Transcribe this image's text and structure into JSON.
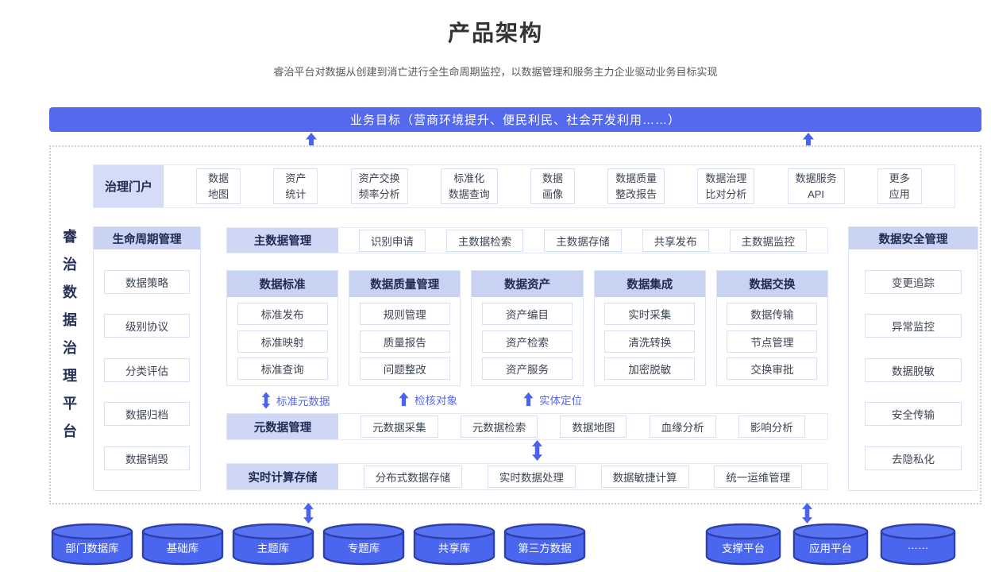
{
  "page": {
    "title": "产品架构",
    "subtitle": "睿治平台对数据从创建到消亡进行全生命周期监控，以数据管理和服务主力企业驱动业务目标实现"
  },
  "banner": {
    "label": "业务目标（营商环境提升、便民利民、社会开发利用……）"
  },
  "platform": {
    "vertical_label": "睿治数据治理平台"
  },
  "portal": {
    "label": "治理门户",
    "items": [
      "数据\n地图",
      "资产\n统计",
      "资产交换\n频率分析",
      "标准化\n数据查询",
      "数据\n画像",
      "数据质量\n整改报告",
      "数据治理\n比对分析",
      "数据服务\nAPI",
      "更多\n应用"
    ]
  },
  "lifecycle": {
    "title": "生命周期管理",
    "items": [
      "数据策略",
      "级别协议",
      "分类评估",
      "数据归档",
      "数据销毁"
    ]
  },
  "security": {
    "title": "数据安全管理",
    "items": [
      "变更追踪",
      "异常监控",
      "数据脱敏",
      "安全传输",
      "去隐私化"
    ]
  },
  "master_data": {
    "label": "主数据管理",
    "items": [
      "识别申请",
      "主数据检索",
      "主数据存储",
      "共享发布",
      "主数据监控"
    ]
  },
  "matrix": {
    "columns": [
      {
        "title": "数据标准",
        "items": [
          "标准发布",
          "标准映射",
          "标准查询"
        ]
      },
      {
        "title": "数据质量管理",
        "items": [
          "规则管理",
          "质量报告",
          "问题整改"
        ]
      },
      {
        "title": "数据资产",
        "items": [
          "资产编目",
          "资产检索",
          "资产服务"
        ]
      },
      {
        "title": "数据集成",
        "items": [
          "实时采集",
          "清洗转换",
          "加密脱敏"
        ]
      },
      {
        "title": "数据交换",
        "items": [
          "数据传输",
          "节点管理",
          "交换审批"
        ]
      }
    ]
  },
  "flow_labels": {
    "items": [
      {
        "label": "标准元数据",
        "arrow": "double"
      },
      {
        "label": "检核对象",
        "arrow": "up"
      },
      {
        "label": "实体定位",
        "arrow": "up"
      }
    ]
  },
  "metadata": {
    "label": "元数据管理",
    "items": [
      "元数据采集",
      "元数据检索",
      "数据地图",
      "血缘分析",
      "影响分析"
    ]
  },
  "realtime": {
    "label": "实时计算存储",
    "items": [
      "分布式数据存储",
      "实时数据处理",
      "数据敏捷计算",
      "统一运维管理"
    ]
  },
  "databases": {
    "left": [
      "部门数据库",
      "基础库",
      "主题库",
      "专题库",
      "共享库",
      "第三方数据"
    ],
    "right": [
      "支撑平台",
      "应用平台",
      "……"
    ]
  },
  "colors": {
    "accent": "#5569EE",
    "arrow": "#4A63ED",
    "header_bg": "#C8D2F2",
    "label_bg": "#CED7F5",
    "flow_label": "#5668EC",
    "cylinder_fill": "#4A66EF",
    "cylinder_top": "#5873F2",
    "cylinder_stroke": "#2F3FA9",
    "box_border": "#D8DFF0",
    "dark_text": "#1F2A52"
  }
}
